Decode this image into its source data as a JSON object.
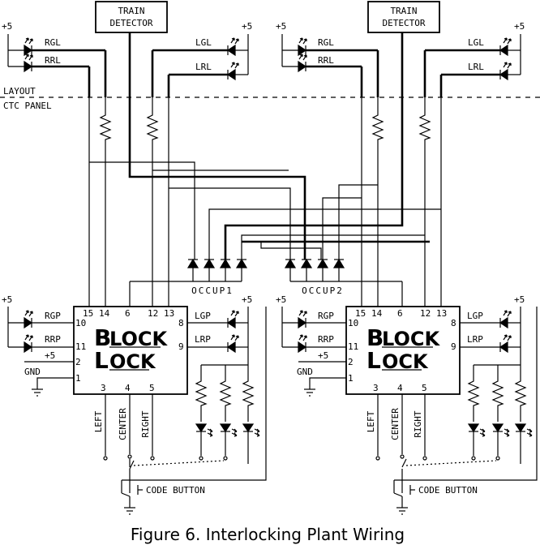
{
  "title": "Figure 6. Interlocking Plant Wiring",
  "divider": {
    "upper": "LAYOUT",
    "lower": "CTC PANEL"
  },
  "supply": "+5",
  "ground": "GND",
  "train_detector": [
    "TRAIN",
    "DETECTOR"
  ],
  "signals": {
    "rgl": "RGL",
    "rrl": "RRL",
    "lgl": "LGL",
    "lrl": "LRL"
  },
  "panel_leds": {
    "rgp": "RGP",
    "rrp": "RRP",
    "lgp": "LGP",
    "lrp": "LRP"
  },
  "plus5_pin": "+5",
  "chip_logo": {
    "line1": [
      "B",
      "LOCK"
    ],
    "line2": [
      "L",
      "OCK"
    ]
  },
  "pins": {
    "p15": "15",
    "p14": "14",
    "p6": "6",
    "p12": "12",
    "p13": "13",
    "p10": "10",
    "p11": "11",
    "p2": "2",
    "p1": "1",
    "p8": "8",
    "p9": "9",
    "p3": "3",
    "p4": "4",
    "p5": "5"
  },
  "switch_positions": [
    "LEFT",
    "CENTER",
    "RIGHT"
  ],
  "code_button": "CODE BUTTON",
  "occupancy": [
    "OCCUP1",
    "OCCUP2"
  ]
}
